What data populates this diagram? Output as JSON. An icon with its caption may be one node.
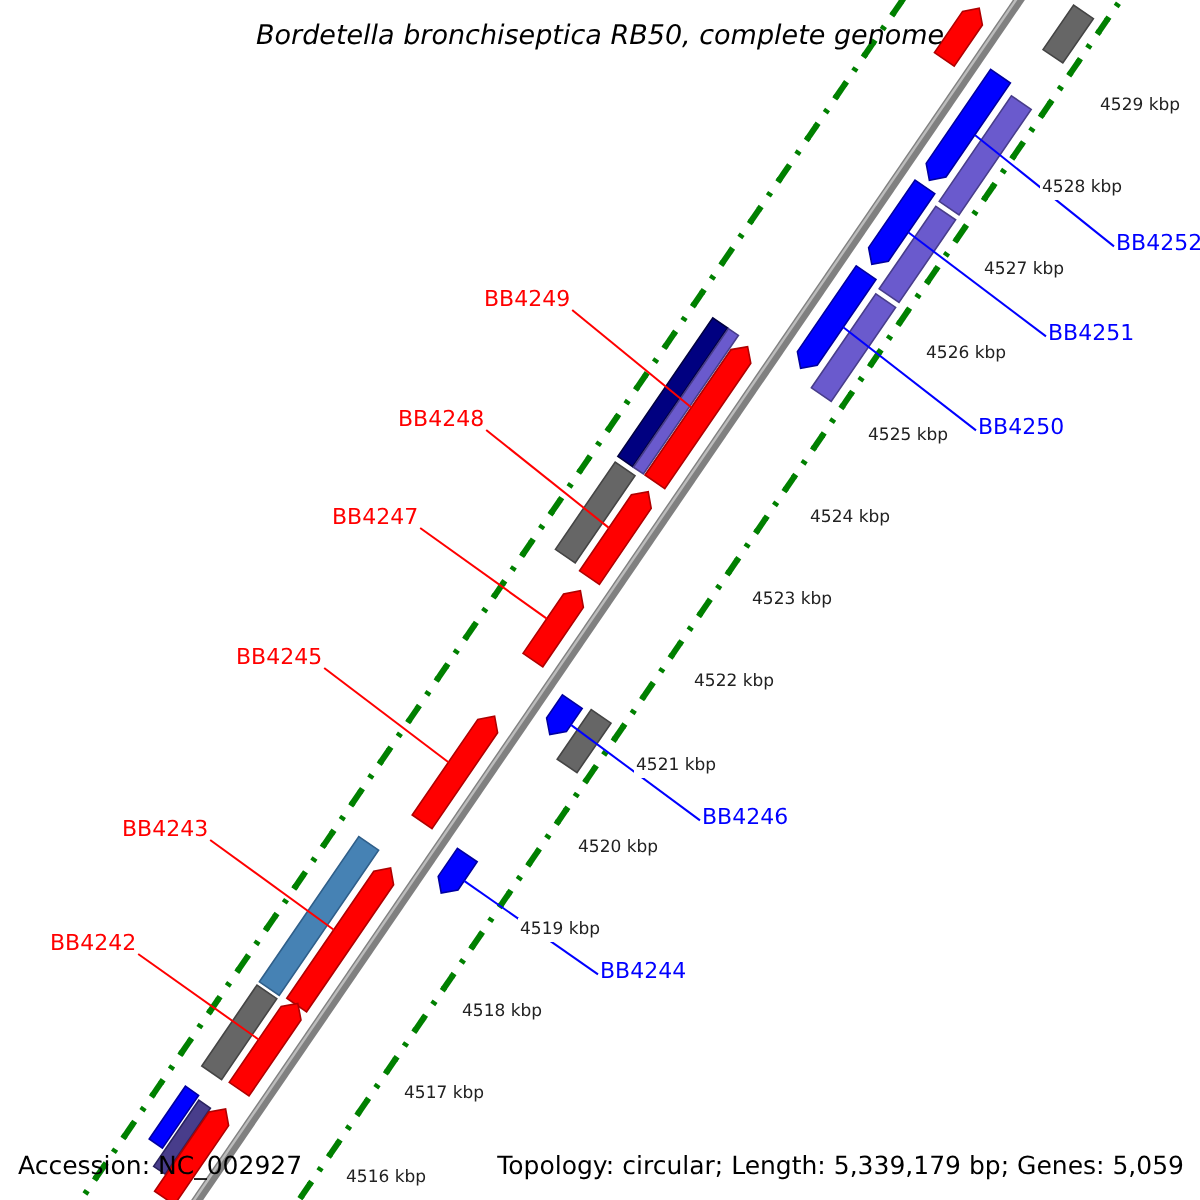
{
  "diagram": {
    "title": "Bordetella bronchiseptica RB50, complete genome",
    "nodes": [
      {
        "text": [
          "BB4252"
        ]
      },
      {
        "text": [
          "BB4249"
        ]
      },
      {
        "text": [
          "BB4251"
        ]
      },
      {
        "text": [
          "BB4248"
        ]
      },
      {
        "text": [
          "BB4250"
        ]
      },
      {
        "text": [
          "BB4247"
        ]
      },
      {
        "text": [
          "BB4245"
        ]
      },
      {
        "text": [
          "BB4246"
        ]
      },
      {
        "text": [
          "BB4243"
        ]
      },
      {
        "text": [
          "BB4242"
        ]
      },
      {
        "text": [
          "BB4244"
        ]
      },
      {
        "text": [],
        "shape": "bar"
      },
      {
        "text": [],
        "shape": "bar"
      },
      {
        "text": [],
        "shape": "bar"
      },
      {
        "text": [],
        "shape": "bar"
      },
      {
        "text": [],
        "shape": "bar"
      },
      {
        "text": [],
        "shape": "bar"
      },
      {
        "text": [],
        "shape": "bar"
      },
      {
        "text": [],
        "shape": "bar"
      },
      {
        "text": [],
        "shape": "bar"
      },
      {
        "text": [],
        "shape": "bar"
      },
      {
        "text": [],
        "shape": "bar"
      },
      {
        "text": [],
        "shape": "bar"
      },
      {
        "text": [],
        "shape": "bar"
      },
      {
        "text": [],
        "shape": "bar"
      },
      {
        "text": [],
        "shape": "bar"
      },
      {
        "text": [],
        "shape": "bar"
      },
      {
        "text": [],
        "shape": "bar"
      },
      {
        "text": [],
        "shape": "bar"
      },
      {
        "text": [],
        "shape": "bar"
      },
      {
        "text": [],
        "shape": "bar"
      },
      {
        "text": [],
        "shape": "bar"
      },
      {
        "text": [],
        "shape": "bar"
      },
      {
        "text": [],
        "shape": "bar"
      },
      {
        "text": [],
        "shape": "bar"
      },
      {
        "text": [],
        "shape": "bar"
      }
    ],
    "edges": [
      {
        "from": 0,
        "to": 11,
        "arrow": "none",
        "color": "#0000ff"
      },
      {
        "from": 1,
        "to": 14,
        "arrow": "none",
        "color": "#ff0000"
      },
      {
        "from": 2,
        "to": 12,
        "arrow": "none",
        "color": "#0000ff"
      },
      {
        "from": 3,
        "to": 15,
        "arrow": "none",
        "color": "#ff0000"
      },
      {
        "from": 4,
        "to": 13,
        "arrow": "none",
        "color": "#0000ff"
      },
      {
        "from": 5,
        "to": 16,
        "arrow": "none",
        "color": "#ff0000"
      },
      {
        "from": 6,
        "to": 18,
        "arrow": "none",
        "color": "#ff0000"
      },
      {
        "from": 7,
        "to": 17,
        "arrow": "none",
        "color": "#0000ff"
      },
      {
        "from": 8,
        "to": 20,
        "arrow": "none",
        "color": "#ff0000"
      },
      {
        "from": 9,
        "to": 21,
        "arrow": "none",
        "color": "#ff0000"
      },
      {
        "from": 10,
        "to": 19,
        "arrow": "none",
        "color": "#0000ff"
      }
    ],
    "labels": [
      "4529 kbp",
      "4528 kbp",
      "4527 kbp",
      "4526 kbp",
      "4525 kbp",
      "4524 kbp",
      "4523 kbp",
      "4522 kbp",
      "4521 kbp",
      "4520 kbp",
      "4519 kbp",
      "4518 kbp",
      "4517 kbp",
      "4516 kbp",
      "Accession: NC_002927",
      "Topology: circular; Length: 5,339,179 bp; Genes: 5,059"
    ]
  }
}
